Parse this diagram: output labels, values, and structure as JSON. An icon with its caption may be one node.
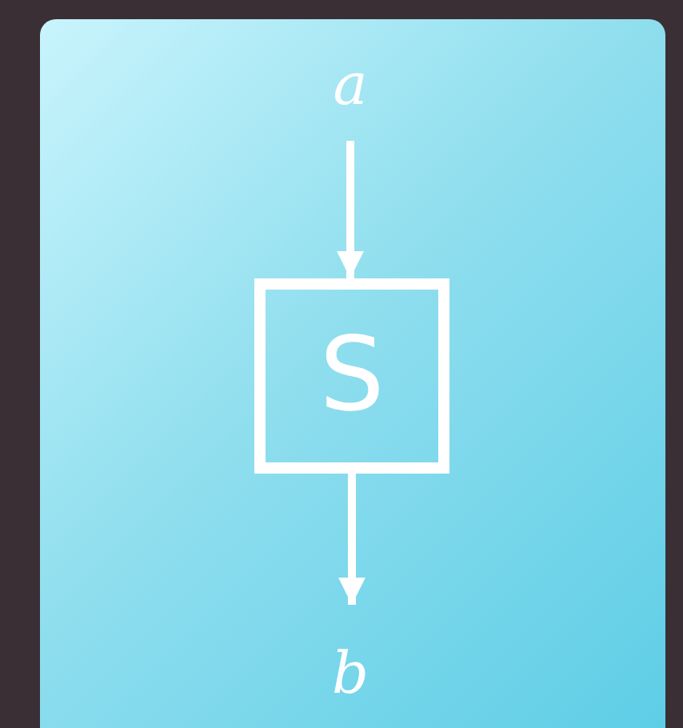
{
  "diagram": {
    "nodes": [
      {
        "text": [
          "a"
        ]
      },
      {
        "text": [
          "S"
        ]
      },
      {
        "text": [
          "b"
        ]
      }
    ],
    "edges": [
      {
        "from": 0,
        "to": 1,
        "arrow": "to"
      },
      {
        "from": 1,
        "to": 2,
        "arrow": "to"
      }
    ]
  }
}
